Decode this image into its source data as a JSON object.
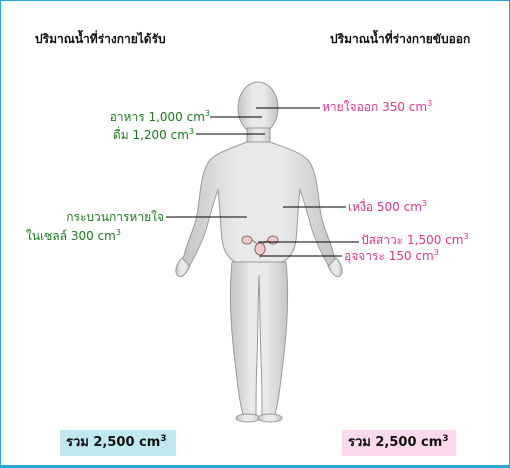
{
  "header": {
    "intake": "ปริมาณน้ำที่ร่างกายได้รับ",
    "output": "ปริมาณน้ำที่ร่างกายขับออก"
  },
  "intake": [
    {
      "text": "อาหาร 1,000 cm",
      "sup": "3"
    },
    {
      "text": "ดื่ม 1,200 cm",
      "sup": "3"
    },
    {
      "text": "กระบวนการหายใจ",
      "sup": ""
    },
    {
      "text": "ในเซลล์ 300 cm",
      "sup": "3"
    }
  ],
  "output": [
    {
      "text": "หายใจออก 350 cm",
      "sup": "3"
    },
    {
      "text": "เหงื่อ 500 cm",
      "sup": "3"
    },
    {
      "text": "ปัสสาวะ 1,500 cm",
      "sup": "3"
    },
    {
      "text": "อุจจาระ 150 cm",
      "sup": "3"
    }
  ],
  "totals": {
    "intake": {
      "text": "รวม 2,500 cm",
      "sup": "3"
    },
    "output": {
      "text": "รวม 2,500 cm",
      "sup": "3"
    }
  },
  "colors": {
    "intake_text": "#1b7a1b",
    "output_text": "#e0358f",
    "frame": "#29a8d6",
    "intake_total_bg": "#bfe9ee",
    "output_total_bg": "#fbd9ef",
    "body_fill": "#d9d9d9"
  }
}
